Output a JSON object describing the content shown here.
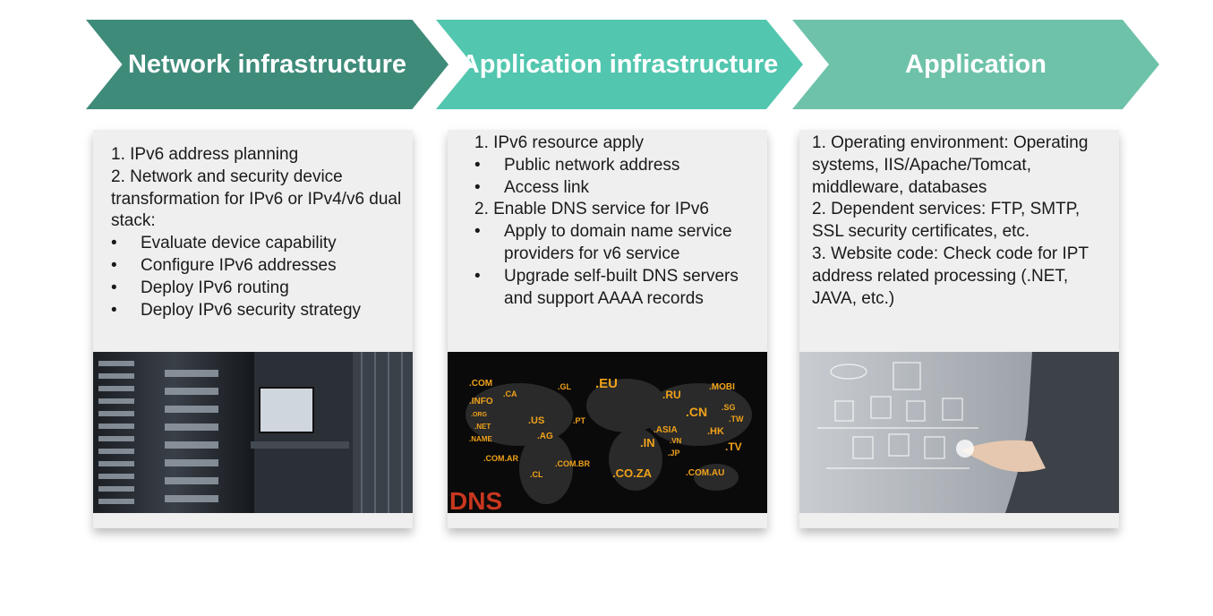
{
  "stages": [
    {
      "title_lines": [
        "Network",
        "infrastructure"
      ],
      "color": "#3f8b7a"
    },
    {
      "title_lines": [
        "Application",
        "infrastructure"
      ],
      "color": "#52c6ae"
    },
    {
      "title_lines": [
        "Application"
      ],
      "color": "#6ec2a9"
    }
  ],
  "cards": [
    {
      "lines": [
        "1. IPv6 address planning",
        "2. Network and security device transformation for IPv6 or IPv4/v6 dual stack:"
      ],
      "bullets": [
        "Evaluate device capability",
        "Configure IPv6 addresses",
        "Deploy IPv6 routing",
        "Deploy IPv6 security strategy"
      ]
    },
    {
      "line1": "1. IPv6 resource apply",
      "bullets1": [
        "Public network address",
        "Access link"
      ],
      "line2": "2. Enable DNS service for IPv6",
      "bullets2": [
        "Apply to domain name service providers for v6 service",
        "Upgrade self-built DNS servers and support AAAA records"
      ],
      "image_text": {
        "tlds": [
          ".COM",
          ".CA",
          ".GL",
          ".EU",
          ".RU",
          ".MOBI",
          ".INFO",
          ".ORG",
          ".US",
          ".PT",
          ".CN",
          ".SG",
          ".TW",
          ".NET",
          ".AG",
          ".ASIA",
          ".HK",
          ".NAME",
          ".IN",
          ".VN",
          ".TV",
          ".COM.AR",
          ".COM.BR",
          ".JP",
          ".CL",
          ".CO.ZA",
          ".COM.AU"
        ],
        "logo": "DNS"
      }
    },
    {
      "lines": [
        "1. Operating environment: Operating systems, IIS/Apache/Tomcat, middleware, databases",
        "2. Dependent services: FTP, SMTP, SSL security certificates, etc.",
        "3. Website code: Check code for IPT address related processing (.NET, JAVA, etc.)"
      ]
    }
  ]
}
